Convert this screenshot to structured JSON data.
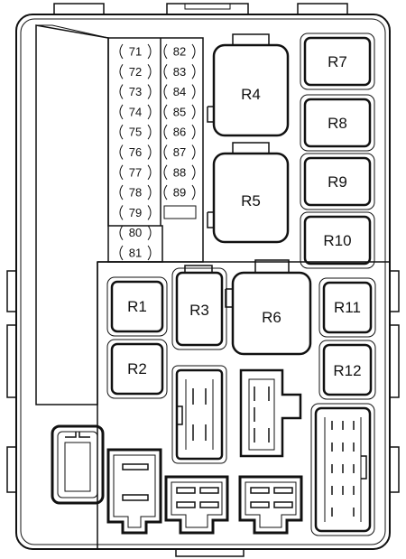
{
  "fuses_left": [
    "71",
    "72",
    "73",
    "74",
    "75",
    "76",
    "77",
    "78",
    "79",
    "80",
    "81"
  ],
  "fuses_right": [
    "82",
    "83",
    "84",
    "85",
    "86",
    "87",
    "88",
    "89"
  ],
  "relays": {
    "r1": "R1",
    "r2": "R2",
    "r3": "R3",
    "r4": "R4",
    "r5": "R5",
    "r6": "R6",
    "r7": "R7",
    "r8": "R8",
    "r9": "R9",
    "r10": "R10",
    "r11": "R11",
    "r12": "R12"
  },
  "colors": {
    "line": "#111111",
    "background": "#ffffff"
  }
}
